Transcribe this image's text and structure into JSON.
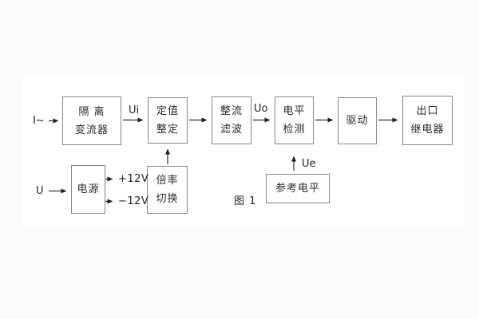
{
  "figure": {
    "caption": "图 1"
  },
  "diagram": {
    "blocks": {
      "isolation": {
        "line1": "隔 离",
        "line2": "变流器"
      },
      "setting": {
        "line1": "定值",
        "line2": "整定"
      },
      "rectifier": {
        "line1": "整流",
        "line2": "滤波"
      },
      "level": {
        "line1": "电平",
        "line2": "检测"
      },
      "drive": {
        "line1": "驱动"
      },
      "relay": {
        "line1": "出口",
        "line2": "继电器"
      },
      "power": {
        "line1": "电源"
      },
      "ratio": {
        "line1": "倍率",
        "line2": "切换"
      },
      "reference": {
        "line1": "参考电平"
      }
    },
    "labels": {
      "input_current": "I~",
      "input_voltage": "U",
      "ui": "Ui",
      "uo": "Uo",
      "ue": "Ue",
      "plus_12v": "+12V",
      "minus_12v": "−12V"
    },
    "colors": {
      "background": "#fcfcfc",
      "panel": "#ffffff",
      "box_border": "#868686",
      "text": "#2b2b2b",
      "wire": "#2f2f2f"
    }
  }
}
